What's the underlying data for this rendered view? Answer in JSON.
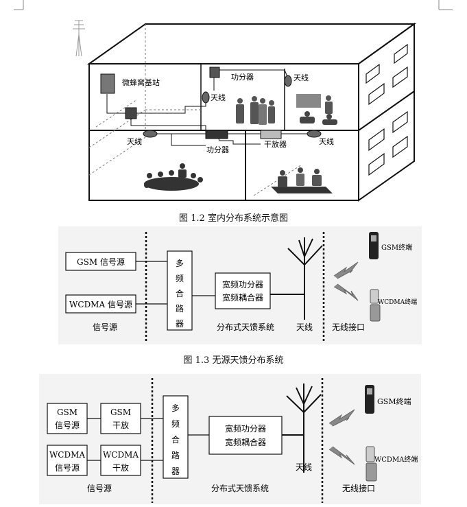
{
  "figure1": {
    "caption": "图 1.2  室内分布系统示意图",
    "labels": {
      "base_station": "微蜂窝基站",
      "power_splitter_top": "功分器",
      "antenna_top_middle": "天线",
      "antenna_top_right": "天线",
      "antenna_lower_left": "天线",
      "power_splitter_lower": "功分器",
      "dry_amplifier": "干放器",
      "antenna_lower_right": "天线"
    }
  },
  "figure2": {
    "caption": "图 1.3  无源天馈分布系统",
    "gsm_source": "GSM 信号源",
    "wcdma_source": "WCDMA 信号源",
    "combiner_chars": [
      "多",
      "频",
      "合",
      "路",
      "器"
    ],
    "splitter_line1": "宽频功分器",
    "splitter_line2": "宽频耦合器",
    "gsm_terminal": "GSM终端",
    "wcdma_terminal": "WCDMA终端",
    "section_source": "信号源",
    "section_feeder": "分布式天馈系统",
    "section_antenna": "天线",
    "section_wireless": "无线接口"
  },
  "figure3": {
    "gsm_source_line1": "GSM",
    "gsm_source_line2": "信号源",
    "gsm_amp_line1": "GSM",
    "gsm_amp_line2": "干放",
    "wcdma_source_line1": "WCDMA",
    "wcdma_source_line2": "信号源",
    "wcdma_amp_line1": "WCDMA",
    "wcdma_amp_line2": "干放",
    "combiner_chars": [
      "多",
      "频",
      "合",
      "路",
      "器"
    ],
    "splitter_line1": "宽频功分器",
    "splitter_line2": "宽频耦合器",
    "antenna_label": "天线",
    "gsm_terminal": "GSM终端",
    "wcdma_terminal": "WCDMA终端",
    "section_source": "信号源",
    "section_feeder": "分布式天馈系统",
    "section_wireless": "无线接口"
  }
}
